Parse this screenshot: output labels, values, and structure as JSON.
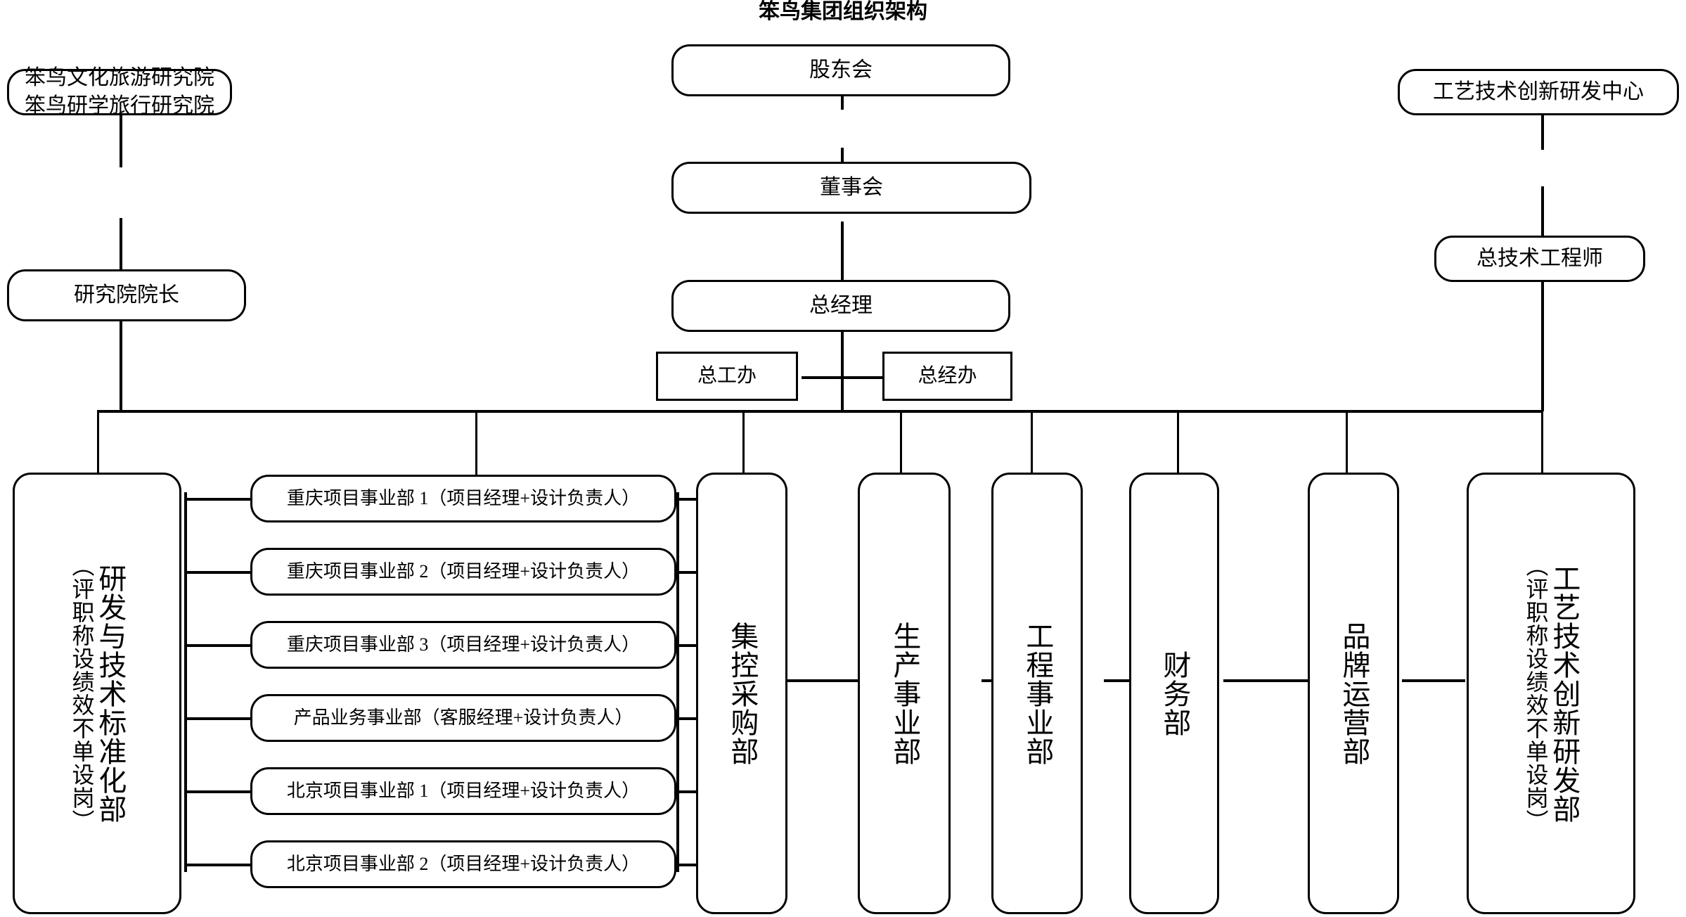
{
  "chart": {
    "title": "笨鸟集团组织架构",
    "type": "org-chart"
  },
  "nodes": {
    "research_institute": "笨鸟文化旅游研究院\n笨鸟研学旅行研究院",
    "institute_dean": "研究院院长",
    "shareholders": "股东会",
    "board": "董事会",
    "general_manager": "总经理",
    "chief_engineer_office": "总工办",
    "gm_office": "总经办",
    "tech_innovation_center": "工艺技术创新研发中心",
    "chief_tech_engineer": "总技术工程师",
    "rd_standard_dept_main": "研发与技术标准化部",
    "rd_standard_dept_note": "（评职称设绩效不单设岗）",
    "central_procurement": "集控采购部",
    "production_division": "生产事业部",
    "engineering_division": "工程事业部",
    "finance_dept": "财务部",
    "brand_ops_dept": "品牌运营部",
    "craft_rd_dept_main": "工艺技术创新研发部",
    "craft_rd_dept_note": "（评职称设绩效不单设岗）"
  },
  "project_units": [
    "重庆项目事业部 1（项目经理+设计负责人）",
    "重庆项目事业部 2（项目经理+设计负责人）",
    "重庆项目事业部 3（项目经理+设计负责人）",
    "产品业务事业部（客服经理+设计负责人）",
    "北京项目事业部 1（项目经理+设计负责人）",
    "北京项目事业部 2（项目经理+设计负责人）"
  ],
  "colors": {
    "stroke": "#000000",
    "background": "#ffffff",
    "text": "#000000"
  }
}
